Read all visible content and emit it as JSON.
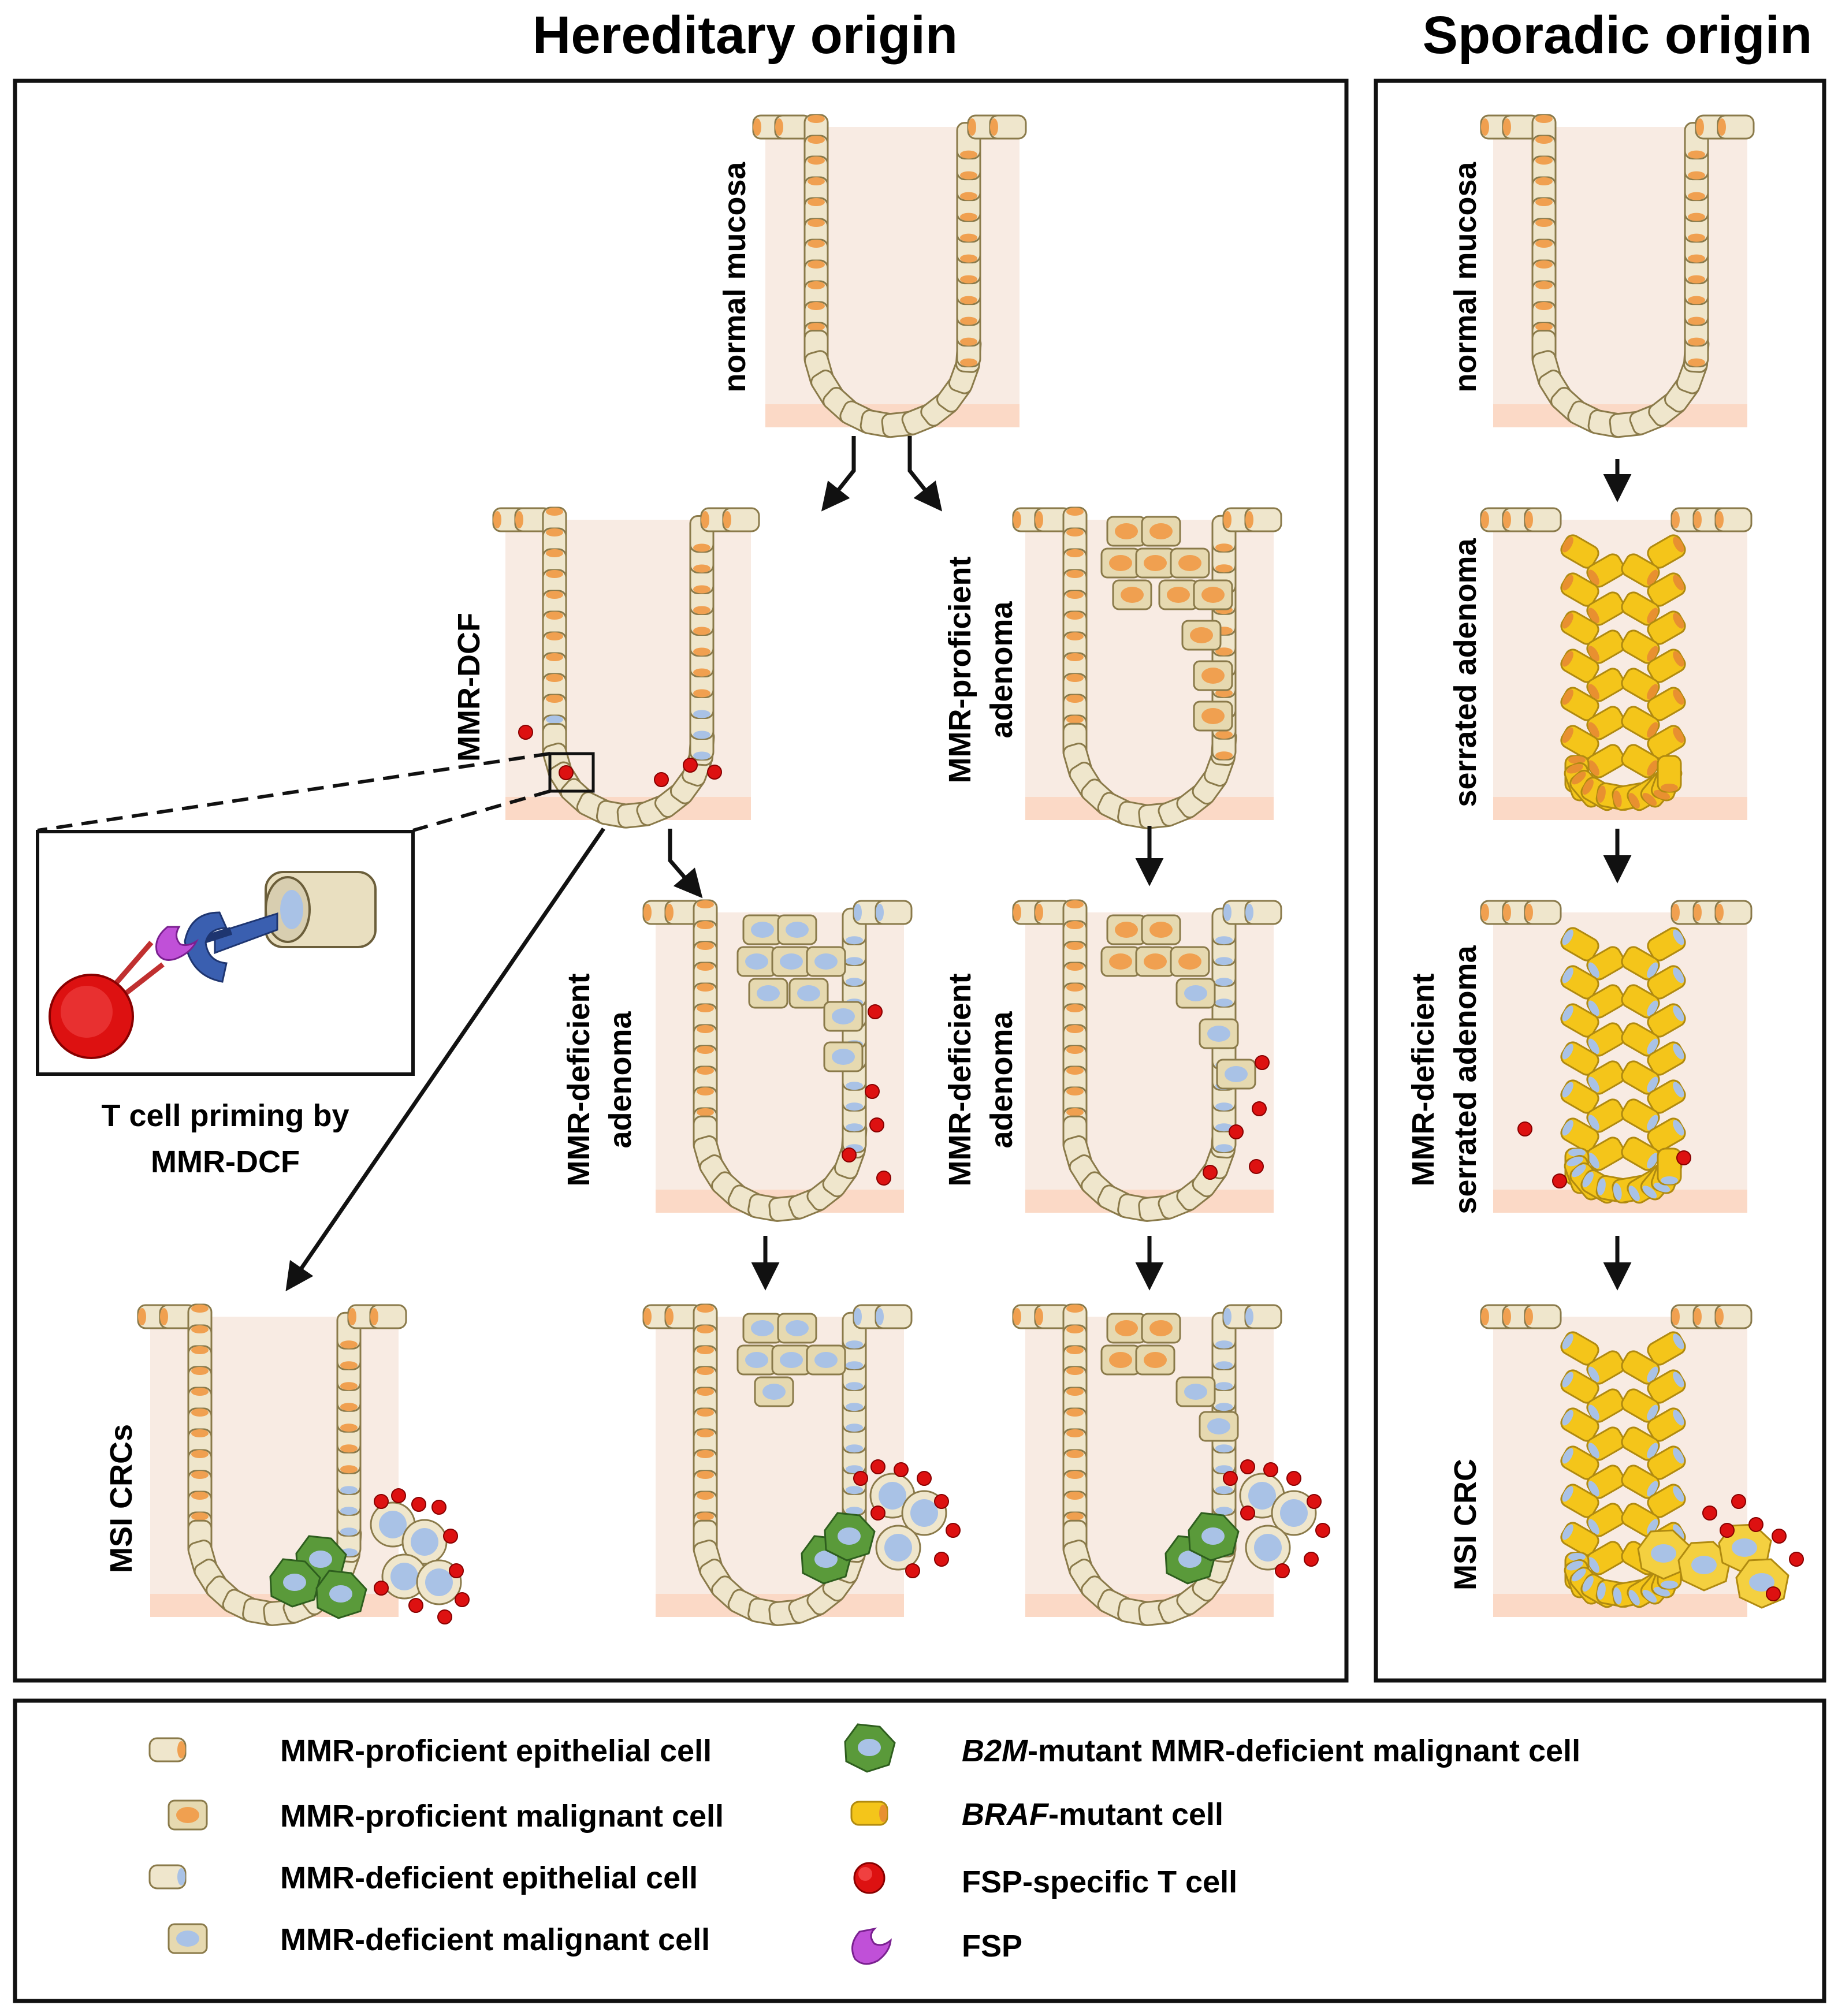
{
  "titles": {
    "hereditary": "Hereditary origin",
    "sporadic": "Sporadic origin"
  },
  "labels": {
    "normal_mucosa_h": "normal mucosa",
    "mmr_dcf": "MMR-DCF",
    "mmr_proficient_adenoma_l1": "MMR-proficient",
    "mmr_proficient_adenoma_l2": "adenoma",
    "mmr_deficient_adenoma_a_l1": "MMR-deficient",
    "mmr_deficient_adenoma_a_l2": "adenoma",
    "mmr_deficient_adenoma_b_l1": "MMR-deficient",
    "mmr_deficient_adenoma_b_l2": "adenoma",
    "msi_crcs": "MSI CRCs",
    "inset_caption_l1": "T cell priming by",
    "inset_caption_l2": "MMR-DCF",
    "normal_mucosa_s": "normal mucosa",
    "serrated_adenoma": "serrated adenoma",
    "mmr_deficient_serrated_l1": "MMR-deficient",
    "mmr_deficient_serrated_l2": "serrated adenoma",
    "msi_crc": "MSI CRC"
  },
  "legend": {
    "mmr_proficient_epithelial": "MMR-proficient epithelial cell",
    "mmr_proficient_malignant": "MMR-proficient malignant cell",
    "mmr_deficient_epithelial": "MMR-deficient epithelial cell",
    "mmr_deficient_malignant": "MMR-deficient malignant cell",
    "b2m_italic": "B2M",
    "b2m_rest": "-mutant MMR-deficient malignant cell",
    "braf_italic": "BRAF",
    "braf_rest": "-mutant cell",
    "fsp_t_cell": "FSP-specific T cell",
    "fsp": "FSP"
  },
  "colors": {
    "stroma": "#f8ebe3",
    "stroma_base": "#fbd9c6",
    "cell_body": "#efe6cc",
    "cell_outline": "#8a7a4a",
    "proficient_nucleus": "#f0a050",
    "deficient_nucleus": "#a9c2e6",
    "braf_cell": "#f4c51a",
    "b2m_cell": "#5a9a3a",
    "t_cell": "#dd1111",
    "fsp": "#c050d8",
    "tcr": "#3a5fb0"
  }
}
